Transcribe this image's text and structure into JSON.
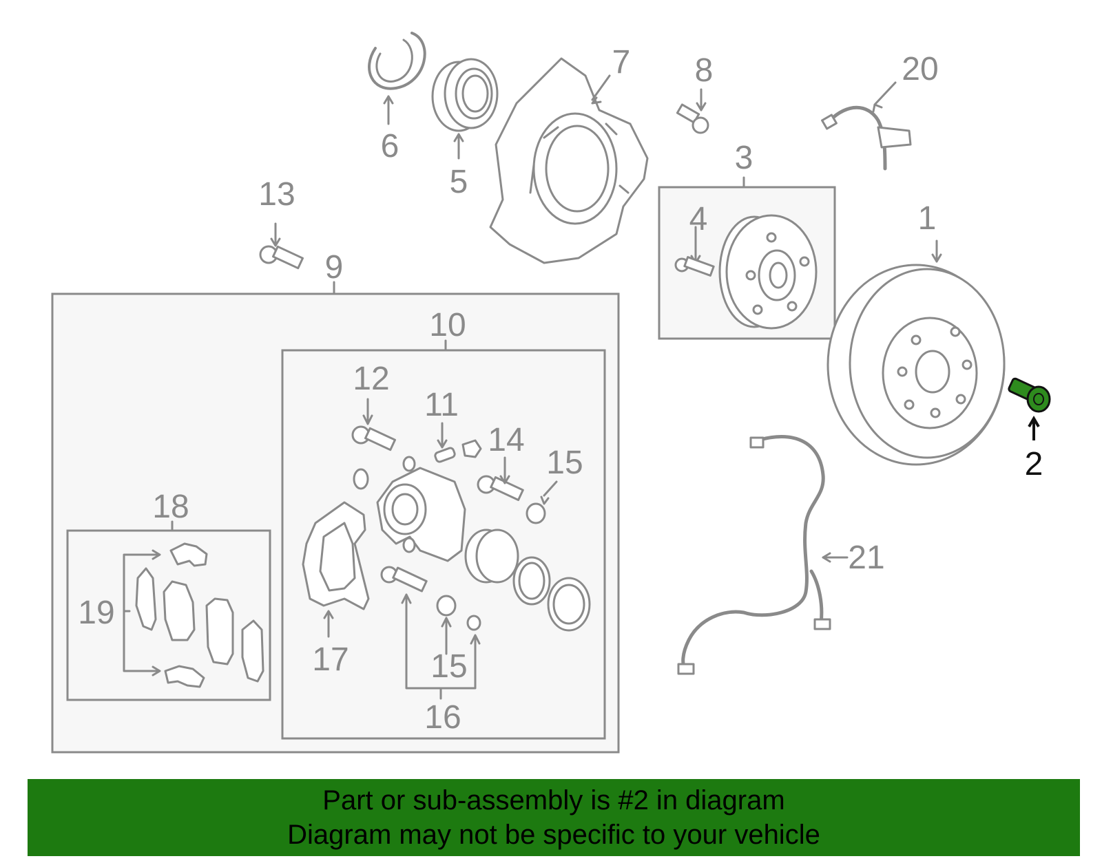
{
  "colors": {
    "highlight_part": "#2e8b1e",
    "banner_background": "#1d7a10",
    "line_gray": "#8a8a8a"
  },
  "callouts": {
    "c1": "1",
    "c2": "2",
    "c3": "3",
    "c4": "4",
    "c5": "5",
    "c6": "6",
    "c7": "7",
    "c8": "8",
    "c9": "9",
    "c10": "10",
    "c11": "11",
    "c12": "12",
    "c13": "13",
    "c14": "14",
    "c15a": "15",
    "c15b": "15",
    "c16": "16",
    "c17": "17",
    "c18": "18",
    "c19": "19",
    "c20": "20",
    "c21": "21"
  },
  "highlighted_callout": "2",
  "banner": {
    "line1": "Part or sub-assembly is #2 in diagram",
    "line2": "Diagram may not be specific to your vehicle"
  }
}
